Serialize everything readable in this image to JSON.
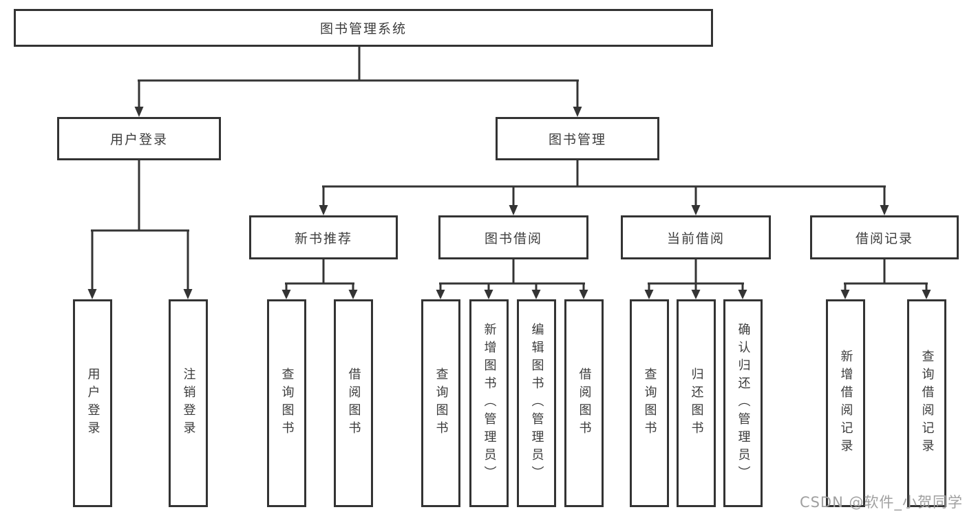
{
  "colors": {
    "line": "#343434",
    "box-border": "#333333",
    "text": "#3c3c3c",
    "background": "#ffffff",
    "watermark": "#a0a0a0"
  },
  "watermark": {
    "text": "CSDN @软件_小贺同学"
  },
  "tree": {
    "label": "图书管理系统",
    "children": [
      {
        "label": "用户登录",
        "children": [
          {
            "label": "用户登录"
          },
          {
            "label": "注销登录"
          }
        ]
      },
      {
        "label": "图书管理",
        "children": [
          {
            "label": "新书推荐",
            "children": [
              {
                "label": "查询图书"
              },
              {
                "label": "借阅图书"
              }
            ]
          },
          {
            "label": "图书借阅",
            "children": [
              {
                "label": "查询图书"
              },
              {
                "label": "新增图书（管理员）"
              },
              {
                "label": "编辑图书（管理员）"
              },
              {
                "label": "借阅图书"
              }
            ]
          },
          {
            "label": "当前借阅",
            "children": [
              {
                "label": "查询图书"
              },
              {
                "label": "归还图书"
              },
              {
                "label": "确认归还（管理员）"
              }
            ]
          },
          {
            "label": "借阅记录",
            "children": [
              {
                "label": "新增借阅记录"
              },
              {
                "label": "查询借阅记录"
              }
            ]
          }
        ]
      }
    ]
  }
}
